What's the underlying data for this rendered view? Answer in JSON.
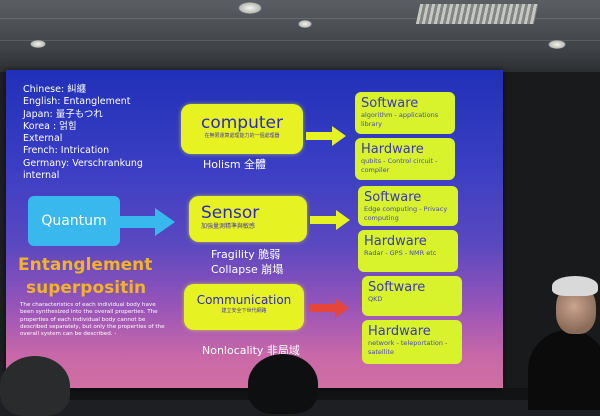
{
  "translations": [
    "Chinese: 糾纏",
    "English: Entanglement",
    "Japan: 量子もつれ",
    "Korea : 얽힘",
    "External",
    "French: Intrication",
    "Germany: Verschrankung",
    "internal"
  ],
  "quantum_label": "Quantum",
  "entanglement_title": "Entanglement",
  "superposition_title": "superpositin",
  "description": "The characteristics of each individual body have been synthesized into the overall properties. The properties of each individual body cannot be described separately, but only the properties of the overall system can be described. -",
  "rows": [
    {
      "box_title": "computer",
      "box_sub": "在無限運算處理能力的一個處理器",
      "caption_lines": [
        "Holism 全體"
      ],
      "software": {
        "title": "Software",
        "detail": "algorithm - applications library"
      },
      "hardware": {
        "title": "Hardware",
        "detail": "qubits - Control circuit - compiler"
      }
    },
    {
      "box_title": "Sensor",
      "box_sub": "加強量測精準與敏感",
      "caption_lines": [
        "Fragility 脆弱",
        "Collapse 崩塌"
      ],
      "software": {
        "title": "Software",
        "detail": "Edge computing - Privacy computing"
      },
      "hardware": {
        "title": "Hardware",
        "detail": "Radar - GPS - NMR etc"
      }
    },
    {
      "box_title": "Communication",
      "box_sub": "建立安全下世代網路",
      "caption_lines": [
        "Nonlocality 非局域"
      ],
      "software": {
        "title": "Software",
        "detail": "QKD"
      },
      "hardware": {
        "title": "Hardware",
        "detail": "network - teleportation - satellite"
      }
    }
  ],
  "colors": {
    "slide_top": "#2030b8",
    "slide_bottom": "#d06fa2",
    "yellow": "#e6f221",
    "cyan": "#39b8ee",
    "orange": "#f3b22a",
    "arrow_red": "#e8453a"
  }
}
